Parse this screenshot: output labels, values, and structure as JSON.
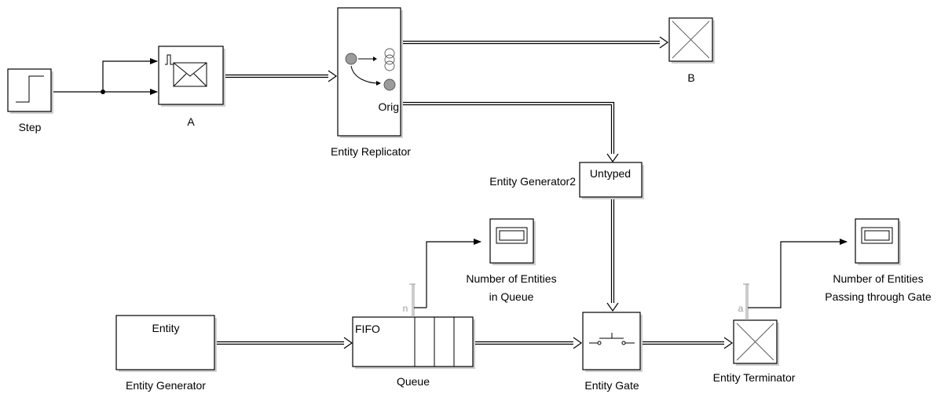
{
  "blocks": {
    "step": {
      "label": "Step"
    },
    "a": {
      "label": "A"
    },
    "replicator": {
      "label": "Entity Replicator",
      "port_label": "Orig"
    },
    "b": {
      "label": "B"
    },
    "generator2": {
      "label": "Entity Generator2",
      "inner_text": "Untyped"
    },
    "generator": {
      "label": "Entity Generator",
      "inner_text": "Entity"
    },
    "queue": {
      "label": "Queue",
      "inner_text": "FIFO",
      "port_label": "n"
    },
    "scope_queue": {
      "label_line1": "Number of Entities",
      "label_line2": "in Queue"
    },
    "gate": {
      "label": "Entity Gate"
    },
    "terminator": {
      "label": "Entity Terminator",
      "port_label": "a"
    },
    "scope_gate": {
      "label_line1": "Number of Entities",
      "label_line2": "Passing through Gate"
    }
  }
}
